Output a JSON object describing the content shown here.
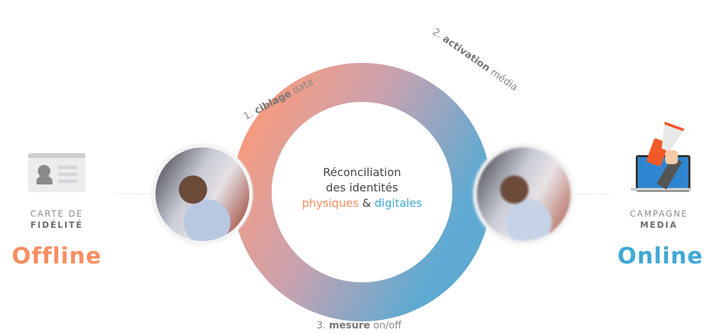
{
  "left": {
    "label_line1": "CARTE DE",
    "label_line2": "FIDÉLITÉ",
    "title": "Offline",
    "icon": "loyalty-card-icon"
  },
  "right": {
    "label_line1": "CAMPAGNE",
    "label_line2": "MEDIA",
    "title": "Online",
    "icon": "megaphone-laptop-icon"
  },
  "center": {
    "line1": "Réconciliation",
    "line2": "des identités",
    "word_physical": "physiques",
    "amp": "&",
    "word_digital": "digitales"
  },
  "steps": [
    {
      "num": "1.",
      "bold": "ciblage",
      "rest": "data"
    },
    {
      "num": "2.",
      "bold": "activation",
      "rest": "média"
    },
    {
      "num": "3.",
      "bold": "mesure",
      "rest": "on/off"
    }
  ],
  "colors": {
    "offline": "#f88e60",
    "online": "#3fa9d4",
    "ring_start": "#fa9678",
    "ring_end": "#5aa9d2"
  }
}
